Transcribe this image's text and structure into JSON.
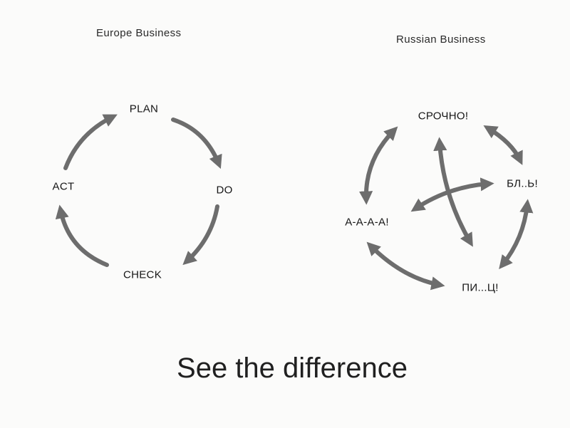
{
  "europe": {
    "title": "Europe Business",
    "nodes": {
      "plan": "PLAN",
      "do": "DO",
      "check": "CHECK",
      "act": "ACT"
    }
  },
  "russia": {
    "title": "Russian Business",
    "nodes": {
      "srochno": "СРОЧНО!",
      "bl": "БЛ..Ь!",
      "pic": "ПИ...Ц!",
      "aaaa": "А-А-А-А!"
    }
  },
  "caption": "See the difference",
  "colors": {
    "arrow": "#6d6d6d",
    "text": "#1f1f1f",
    "background": "#fbfbfa"
  }
}
